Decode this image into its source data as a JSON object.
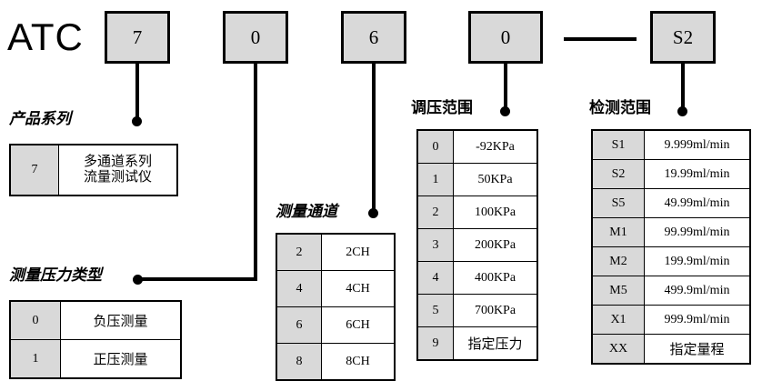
{
  "brand": "ATC",
  "code_boxes": [
    {
      "name": "series",
      "value": "7"
    },
    {
      "name": "pressure-type",
      "value": "0"
    },
    {
      "name": "channels",
      "value": "6"
    },
    {
      "name": "pressure-range",
      "value": "0"
    },
    {
      "name": "detection-range",
      "value": "S2"
    }
  ],
  "separator": "—",
  "sections": {
    "product_series": {
      "label": "产品系列",
      "rows": [
        {
          "code": "7",
          "value": "多通道系列\n流量测试仪",
          "line1": "多通道系列",
          "line2": "流量测试仪"
        }
      ]
    },
    "pressure_type": {
      "label": "测量压力类型",
      "rows": [
        {
          "code": "0",
          "value": "负压测量"
        },
        {
          "code": "1",
          "value": "正压测量"
        }
      ]
    },
    "channels": {
      "label": "测量通道",
      "rows": [
        {
          "code": "2",
          "value": "2CH"
        },
        {
          "code": "4",
          "value": "4CH"
        },
        {
          "code": "6",
          "value": "6CH"
        },
        {
          "code": "8",
          "value": "8CH"
        }
      ]
    },
    "pressure_range": {
      "label": "调压范围",
      "rows": [
        {
          "code": "0",
          "value": "-92KPa"
        },
        {
          "code": "1",
          "value": "50KPa"
        },
        {
          "code": "2",
          "value": "100KPa"
        },
        {
          "code": "3",
          "value": "200KPa"
        },
        {
          "code": "4",
          "value": "400KPa"
        },
        {
          "code": "5",
          "value": "700KPa"
        },
        {
          "code": "9",
          "value": "指定压力"
        }
      ]
    },
    "detection_range": {
      "label": "检测范围",
      "rows": [
        {
          "code": "S1",
          "value": "9.999ml/min"
        },
        {
          "code": "S2",
          "value": "19.99ml/min"
        },
        {
          "code": "S5",
          "value": "49.99ml/min"
        },
        {
          "code": "M1",
          "value": "99.99ml/min"
        },
        {
          "code": "M2",
          "value": "199.9ml/min"
        },
        {
          "code": "M5",
          "value": "499.9ml/min"
        },
        {
          "code": "X1",
          "value": "999.9ml/min"
        },
        {
          "code": "XX",
          "value": "指定量程"
        }
      ]
    }
  },
  "colors": {
    "code_fill": "#d9d9d9",
    "line": "#000000",
    "background": "#ffffff"
  }
}
